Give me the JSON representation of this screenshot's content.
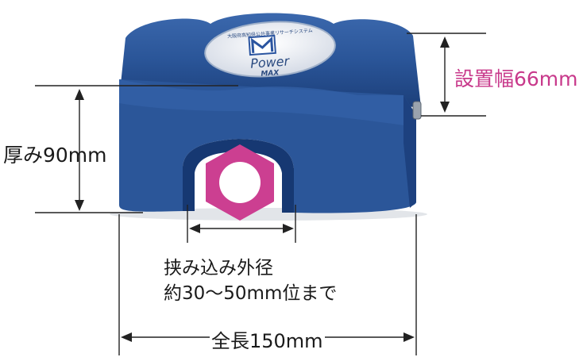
{
  "labels": {
    "thickness": "厚み90mm",
    "width": "設置幅66mm",
    "clamp_line1": "挟み込み外径",
    "clamp_line2": "約30～50mm位まで",
    "length": "全長150mm"
  },
  "product_badge": {
    "small_text": "大阪府高知県公共事業リサーチシステム",
    "brand_line1": "Power",
    "brand_line2": "MAX"
  },
  "colors": {
    "body_blue": "#2a5598",
    "body_dark": "#183a73",
    "accent_pink": "#cc3f91",
    "width_label": "#c8398b",
    "line": "#222222"
  },
  "icons": {
    "nut": "hexagon-nut-icon",
    "logo": "powermax-logo-icon"
  }
}
